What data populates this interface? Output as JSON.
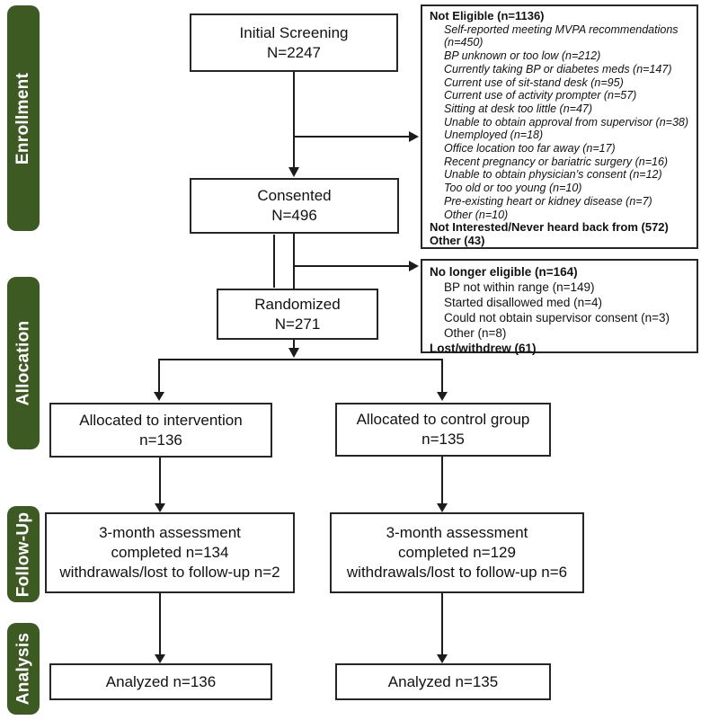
{
  "figure": {
    "type": "consort-flow-diagram"
  },
  "colors": {
    "stage_tab_bg": "#3d5a23",
    "stage_tab_text": "#ffffff",
    "box_border": "#262626",
    "arrow": "#1c1c1c"
  },
  "stages": [
    "Enrollment",
    "Allocation",
    "Follow-Up",
    "Analysis"
  ],
  "boxes": {
    "initial_screening": {
      "line1": "Initial Screening",
      "line2": "N=2247"
    },
    "consented": {
      "line1": "Consented",
      "line2": "N=496"
    },
    "randomized": {
      "line1": "Randomized",
      "line2": "N=271"
    },
    "allocated_intervention": {
      "line1": "Allocated to intervention",
      "line2": "n=136"
    },
    "allocated_control": {
      "line1": "Allocated to control group",
      "line2": "n=135"
    },
    "followup_intervention": {
      "line1": "3-month assessment",
      "line2": "completed n=134",
      "line3": "withdrawals/lost to follow-up n=2"
    },
    "followup_control": {
      "line1": "3-month assessment",
      "line2": "completed n=129",
      "line3": "withdrawals/lost to follow-up n=6"
    },
    "analyzed_intervention": {
      "line1": "Analyzed n=136"
    },
    "analyzed_control": {
      "line1": "Analyzed n=135"
    }
  },
  "not_eligible": {
    "header": "Not Eligible (n=1136)",
    "items": [
      "Self-reported meeting MVPA recommendations (n=450)",
      "BP unknown or too low (n=212)",
      "Currently taking BP or diabetes meds (n=147)",
      "Current use of sit-stand desk (n=95)",
      "Current use of activity prompter (n=57)",
      "Sitting at desk too little (n=47)",
      "Unable to obtain approval from supervisor (n=38)",
      "Unemployed (n=18)",
      "Office location too far away (n=17)",
      "Recent pregnancy or bariatric surgery (n=16)",
      "Unable to obtain physician’s consent (n=12)",
      "Too old or too young (n=10)",
      "Pre-existing heart or kidney disease (n=7)",
      "Other (n=10)"
    ],
    "footers": [
      "Not Interested/Never heard back from (572)",
      "Other (43)"
    ]
  },
  "no_longer_eligible": {
    "header": "No longer eligible (n=164)",
    "items": [
      "BP not within range (n=149)",
      "Started disallowed med (n=4)",
      "Could not obtain supervisor consent (n=3)",
      "Other (n=8)"
    ],
    "footers": [
      "Lost/withdrew (61)"
    ]
  }
}
